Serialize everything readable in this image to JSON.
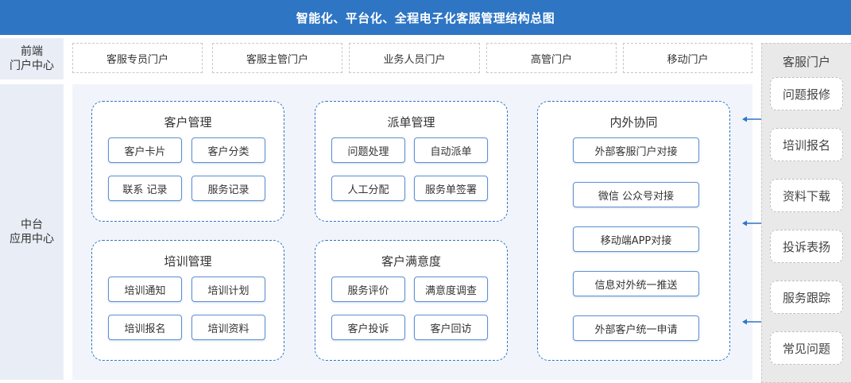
{
  "title": "智能化、平台化、全程电子化客服管理结构总图",
  "rows": {
    "front": [
      "前端",
      "门户中心"
    ],
    "middle": [
      "中台",
      "应用中心"
    ]
  },
  "portals": [
    "客服专员门户",
    "客服主管门户",
    "业务人员门户",
    "高管门户",
    "移动门户"
  ],
  "modules": {
    "customer": {
      "title": "客户管理",
      "items": [
        "客户卡片",
        "客户分类",
        "联系 记录",
        "服务记录"
      ]
    },
    "dispatch": {
      "title": "派单管理",
      "items": [
        "问题处理",
        "自动派单",
        "人工分配",
        "服务单签署"
      ]
    },
    "training": {
      "title": "培训管理",
      "items": [
        "培训通知",
        "培训计划",
        "培训报名",
        "培训资料"
      ]
    },
    "satisfaction": {
      "title": "客户满意度",
      "items": [
        "服务评价",
        "满意度调查",
        "客户投诉",
        "客户回访"
      ]
    },
    "collab": {
      "title": "内外协同",
      "items": [
        "外部客服门户对接",
        "微信 公众号对接",
        "移动端APP对接",
        "信息对外统一推送",
        "外部客户统一申请"
      ]
    }
  },
  "service_portal": {
    "title": "客服门户",
    "items": [
      "问题报修",
      "培训报名",
      "资料下载",
      "投诉表扬",
      "服务跟踪",
      "常见问题"
    ]
  },
  "colors": {
    "title_bg": "#2e75c4",
    "module_border": "#2e75c4",
    "arrow": "#2e75c4"
  }
}
